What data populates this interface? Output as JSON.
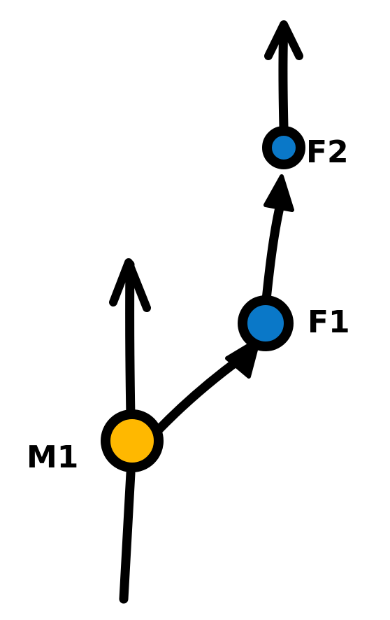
{
  "colors": {
    "stroke": "#000000",
    "background": "#ffffff",
    "m1_fill": "#ffb800",
    "f_fill": "#0a78c8"
  },
  "nodes": [
    {
      "id": "m1",
      "label": "M1"
    },
    {
      "id": "f1",
      "label": "F1"
    },
    {
      "id": "f2",
      "label": "F2"
    }
  ],
  "edges": [
    {
      "from": "start",
      "to": "M1",
      "head": "open"
    },
    {
      "from": "M1",
      "to": "F1",
      "head": "solid"
    },
    {
      "from": "F1",
      "to": "F2",
      "head": "solid"
    },
    {
      "from": "F2",
      "to": "end",
      "head": "open"
    }
  ]
}
